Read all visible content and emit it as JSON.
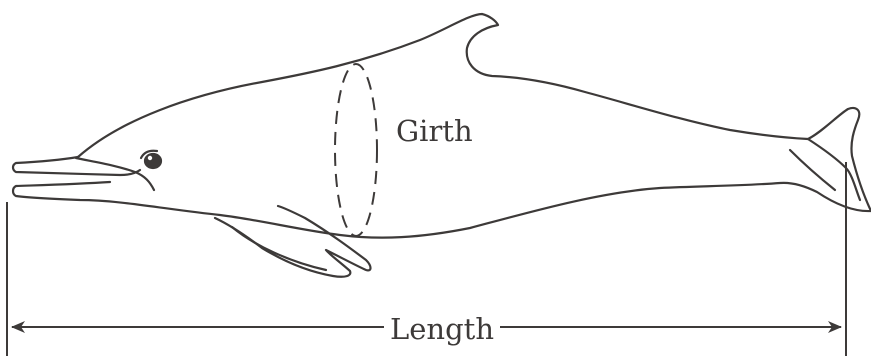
{
  "labels": {
    "girth": "Girth",
    "length": "Length"
  },
  "colors": {
    "line": "#3d3a39",
    "background": "#ffffff"
  },
  "icons": {
    "subject": "dolphin-illustration",
    "length_arrows": "double-headed-arrow"
  }
}
